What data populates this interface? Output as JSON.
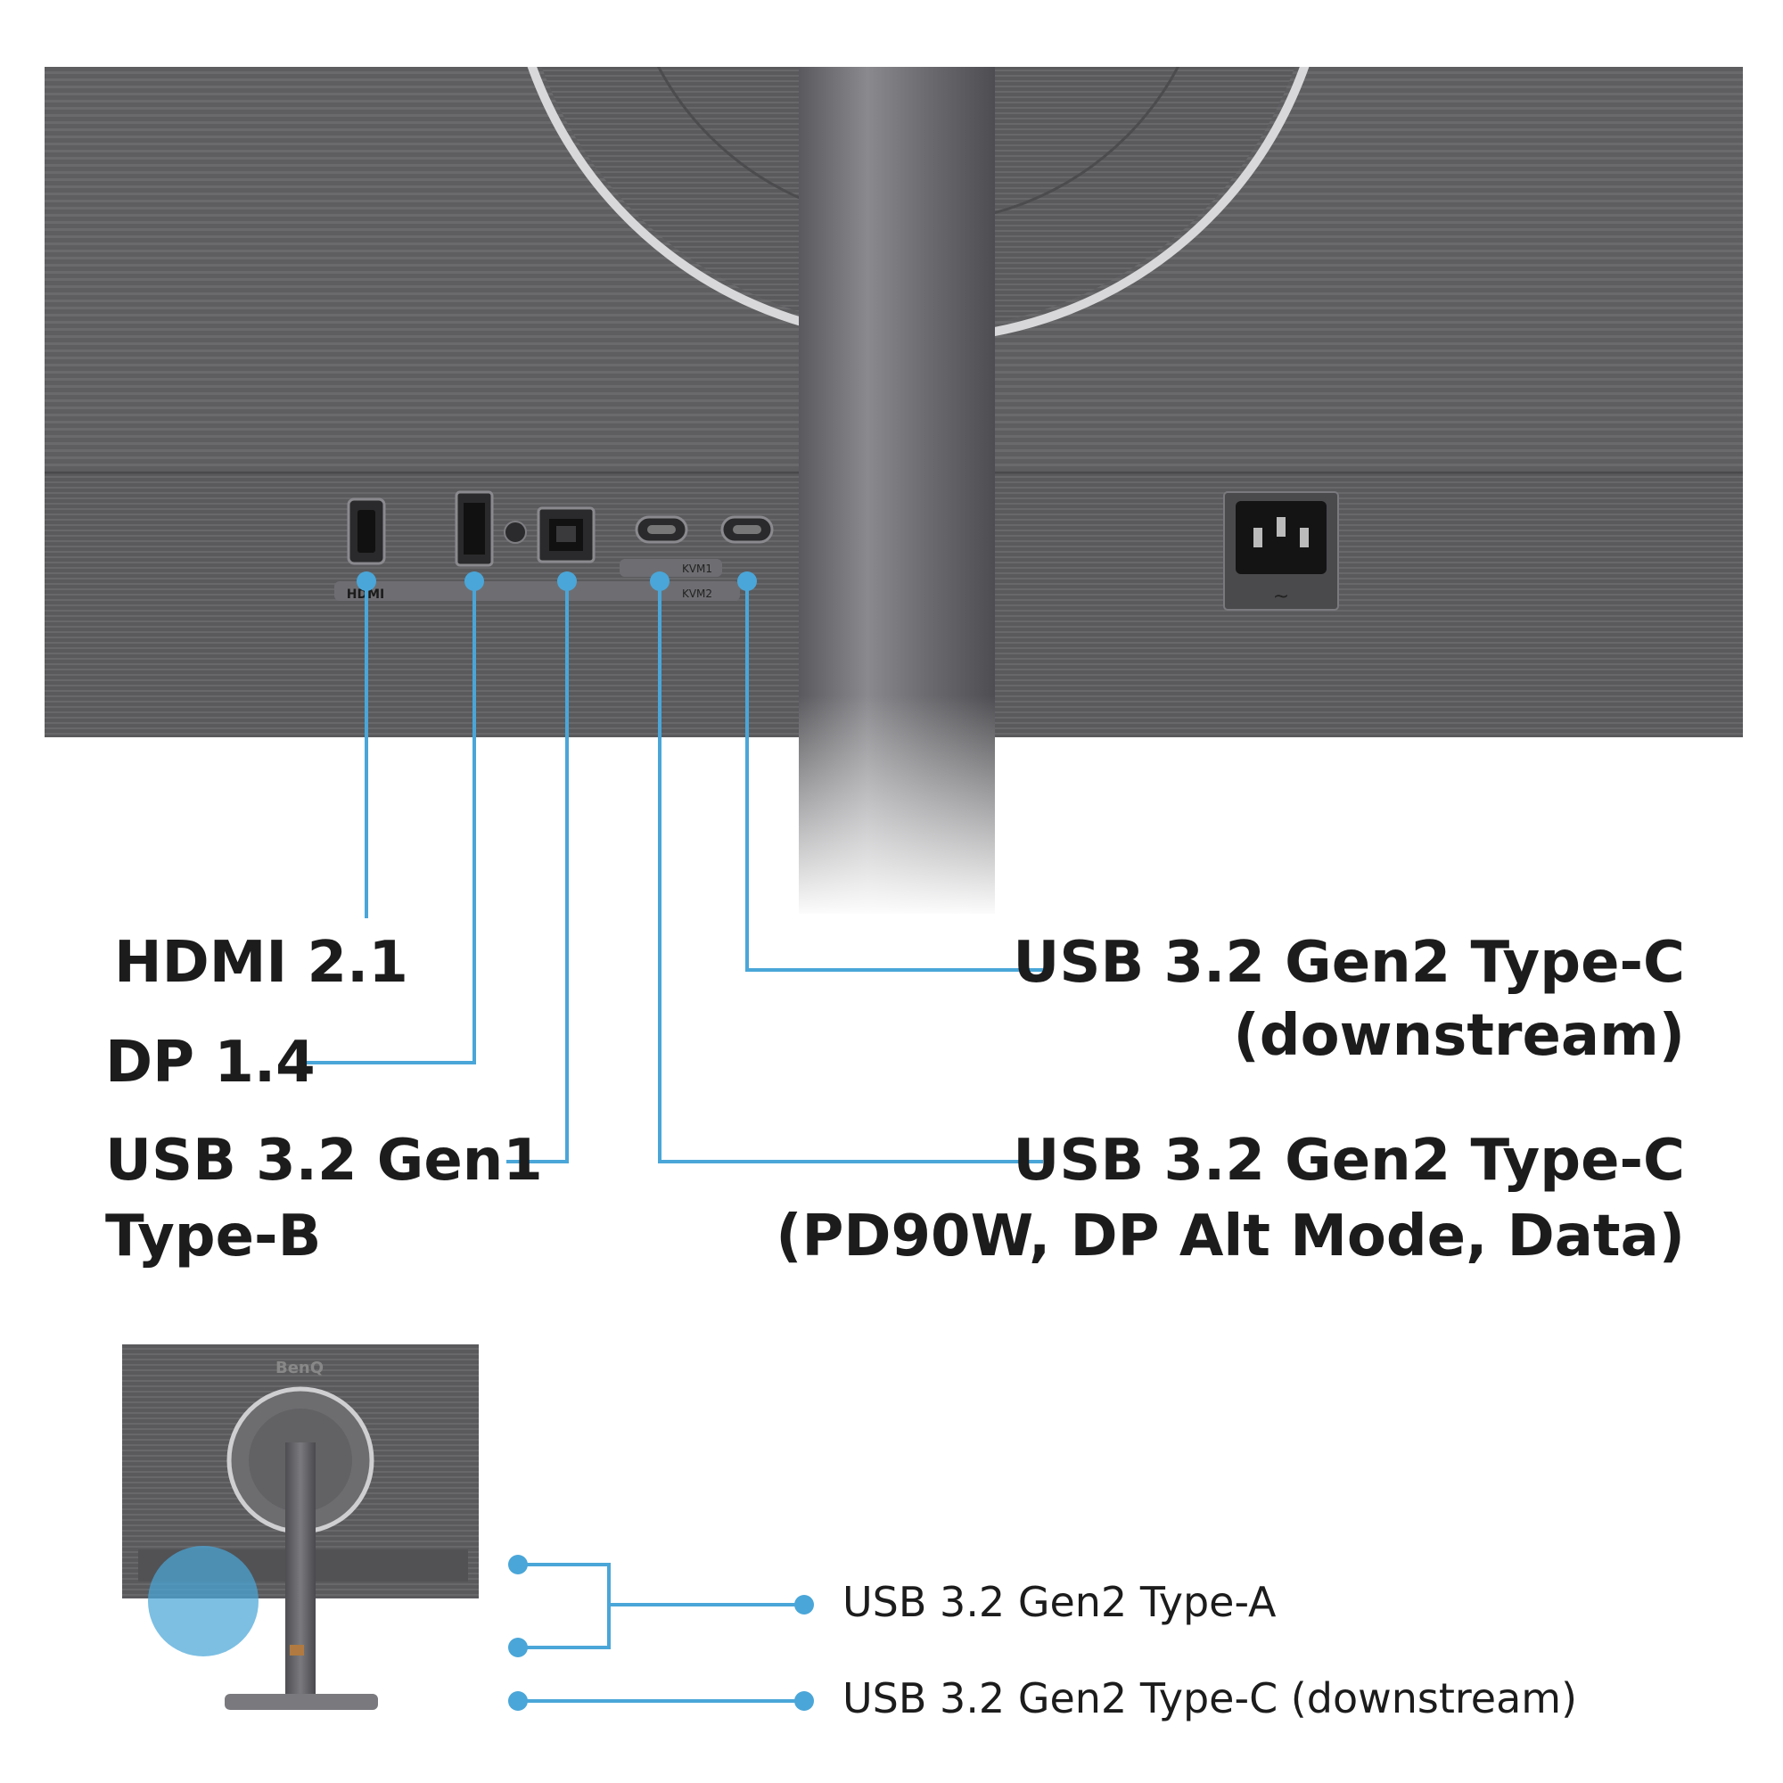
{
  "port_strip": {
    "hdmi_mark": "HDMI",
    "kvm1_mark": "KVM1",
    "kvm2_mark": "KVM2",
    "power_mark": "~"
  },
  "logo_text": "BenQ",
  "callouts": {
    "hdmi": "HDMI 2.1",
    "dp": "DP 1.4",
    "usb_b_line1": "USB 3.2 Gen1",
    "usb_b_line2": "Type-B",
    "usbc_down_line1": "USB 3.2 Gen2 Type-C",
    "usbc_down_line2": "(downstream)",
    "usbc_pd_line1": "USB 3.2 Gen2 Type-C",
    "usbc_pd_line2": "(PD90W, DP Alt Mode, Data)"
  },
  "side_ports": {
    "type_a": "USB 3.2 Gen2 Type-A",
    "type_c": "USB 3.2 Gen2 Type-C (downstream)"
  },
  "colors": {
    "accent": "#4aa6d8",
    "panel": "#5b5b5e",
    "stand": "#6e6e72",
    "text": "#1c1c1c"
  }
}
